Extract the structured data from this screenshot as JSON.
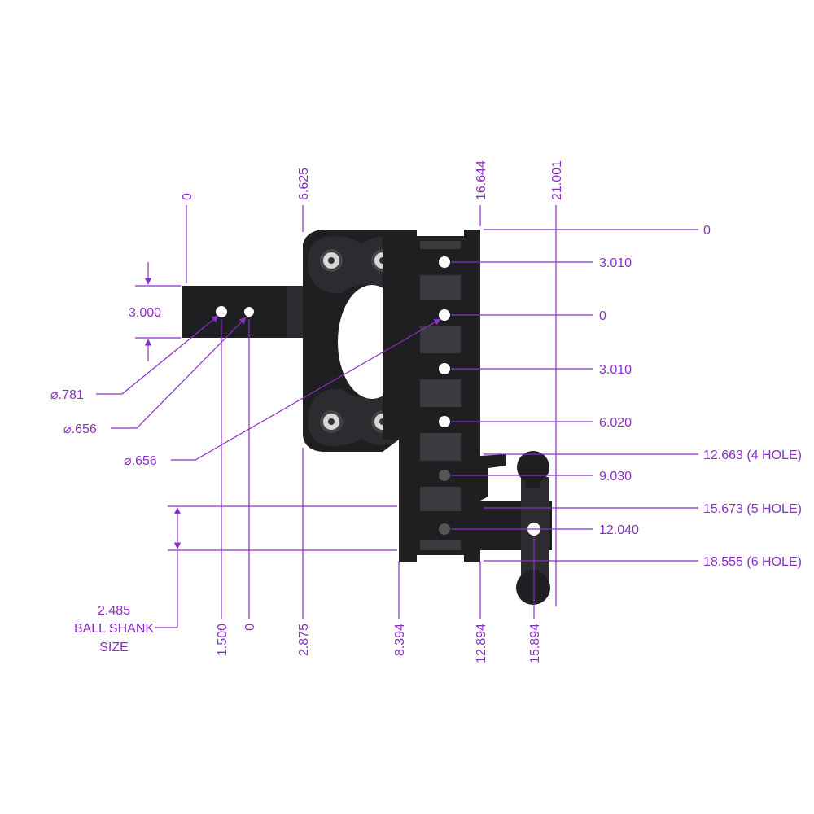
{
  "colors": {
    "dimension": "#8a2ec8",
    "part": "#1f1f22",
    "background": "#ffffff"
  },
  "vertical_dims": {
    "v0": "0",
    "v6625": "6.625",
    "v16644": "16.644",
    "v21001": "21.001",
    "v1500": "1.500",
    "v0b": "0",
    "v2875": "2.875",
    "v8394": "8.394",
    "v12894": "12.894",
    "v15894": "15.894"
  },
  "horizontal_dims": {
    "h0": "0",
    "h3010a": "3.010",
    "h0b": "0",
    "h3010b": "3.010",
    "h6020": "6.020",
    "h12663": "12.663 (4 HOLE)",
    "h9030": "9.030",
    "h15673": "15.673 (5 HOLE)",
    "h12040": "12.040",
    "h18555": "18.555 (6 HOLE)"
  },
  "callouts": {
    "shank_height": "3.000",
    "dia781": "⌀.781",
    "dia656a": "⌀.656",
    "dia656b": "⌀.656",
    "ball_shank_line1": "2.485",
    "ball_shank_line2": "BALL SHANK",
    "ball_shank_line3": "SIZE"
  },
  "icons": [
    "hex-bolt-icon",
    "arrow-up-icon",
    "arrow-down-icon"
  ]
}
